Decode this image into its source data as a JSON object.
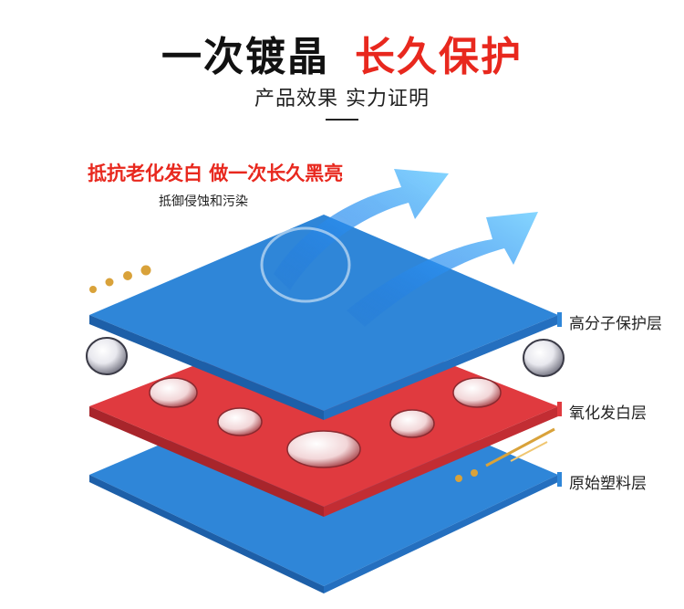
{
  "header": {
    "title_black": "一次镀晶",
    "title_red": "长久保护",
    "subtitle": "产品效果 实力证明"
  },
  "callout": {
    "headline": "抵抗老化发白 做一次长久黑亮",
    "subline": "抵御侵蚀和污染"
  },
  "layers": [
    {
      "label": "高分子保护层"
    },
    {
      "label": "氧化发白层"
    },
    {
      "label": "原始塑料层"
    }
  ],
  "colors": {
    "title_red": "#e8281e",
    "layer_blue": "#2f86d8",
    "layer_red": "#e03a3f",
    "dot_gold": "#d9a23a"
  }
}
